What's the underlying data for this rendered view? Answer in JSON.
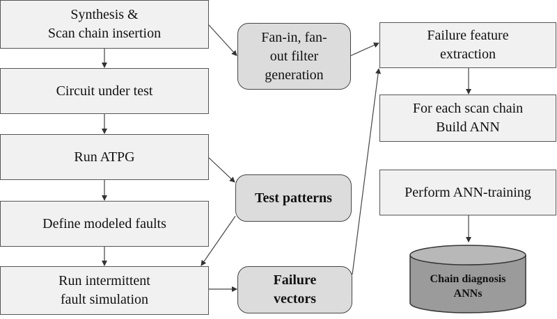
{
  "nodes": {
    "synthesis": "Synthesis &\nScan chain insertion",
    "circuit": "Circuit under test",
    "atpg": "Run ATPG",
    "define": "Define modeled faults",
    "fault_sim": "Run intermittent\nfault simulation",
    "fanin": "Fan-in, fan-\nout filter\ngeneration",
    "test_patterns": "Test patterns",
    "failure_vectors": "Failure\nvectors",
    "feature_extraction": "Failure feature\nextraction",
    "build_ann": "For each scan chain\nBuild ANN",
    "ann_training": "Perform ANN-training",
    "chain_diagnosis": "Chain diagnosis\nANNs"
  }
}
